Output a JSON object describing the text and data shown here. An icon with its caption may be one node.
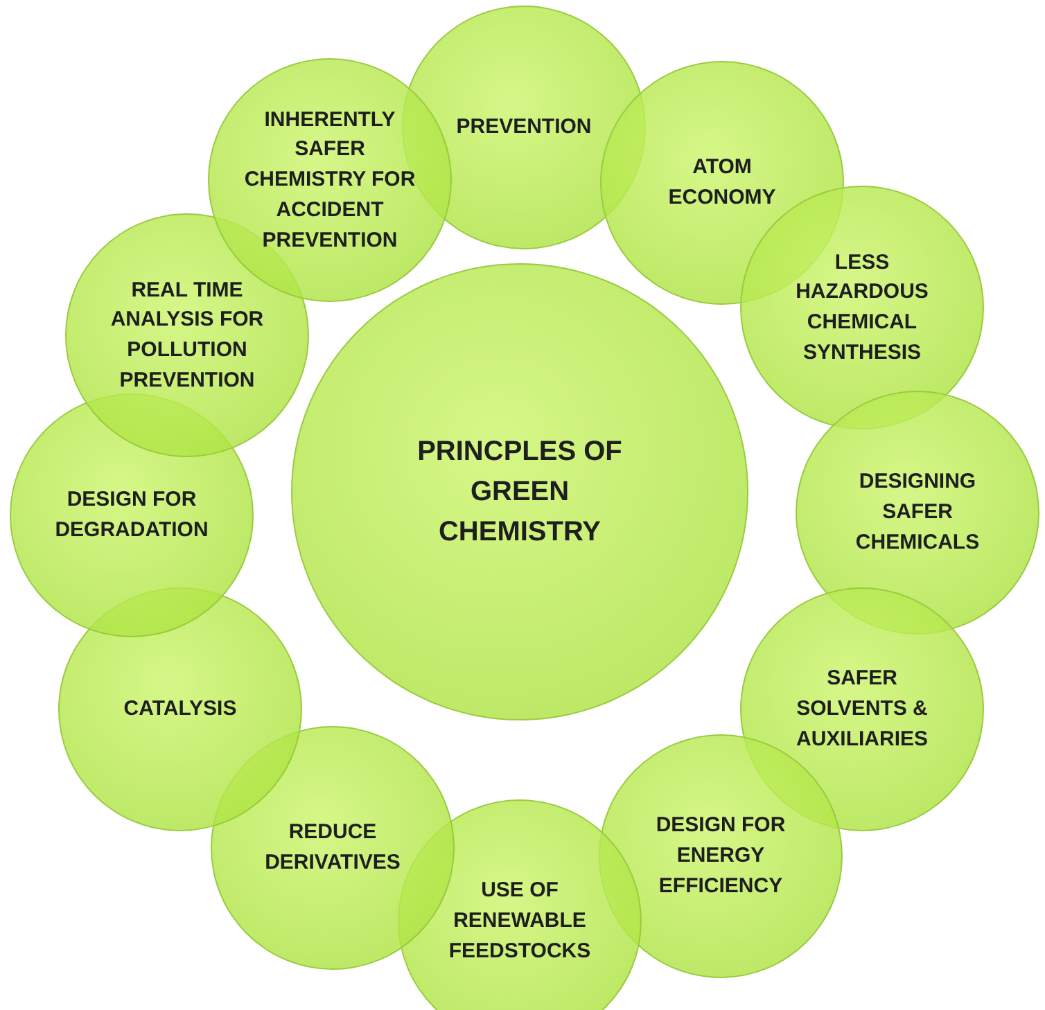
{
  "diagram": {
    "nodes": [
      {
        "text": [
          "PRINCPLES OF GREEN CHEMISTRY"
        ]
      },
      {
        "text": [
          "PREVENTION"
        ]
      },
      {
        "text": [
          "ATOM ECONOMY"
        ]
      },
      {
        "text": [
          "LESS HAZARDOUS CHEMICAL SYNTHESIS"
        ]
      },
      {
        "text": [
          "DESIGNING SAFER CHEMICALS"
        ]
      },
      {
        "text": [
          "SAFER SOLVENTS & AUXILIARIES"
        ]
      },
      {
        "text": [
          "DESIGN FOR ENERGY EFFICIENCY"
        ]
      },
      {
        "text": [
          "USE OF RENEWABLE FEEDSTOCKS"
        ]
      },
      {
        "text": [
          "REDUCE DERIVATIVES"
        ]
      },
      {
        "text": [
          "CATALYSIS"
        ]
      },
      {
        "text": [
          "DESIGN FOR DEGRADATION"
        ]
      },
      {
        "text": [
          "REAL TIME ANALYSIS FOR POLLUTION PREVENTION"
        ]
      },
      {
        "text": [
          "INHERENTLY SAFER CHEMISTRY FOR ACCIDENT PREVENTION"
        ]
      }
    ]
  }
}
